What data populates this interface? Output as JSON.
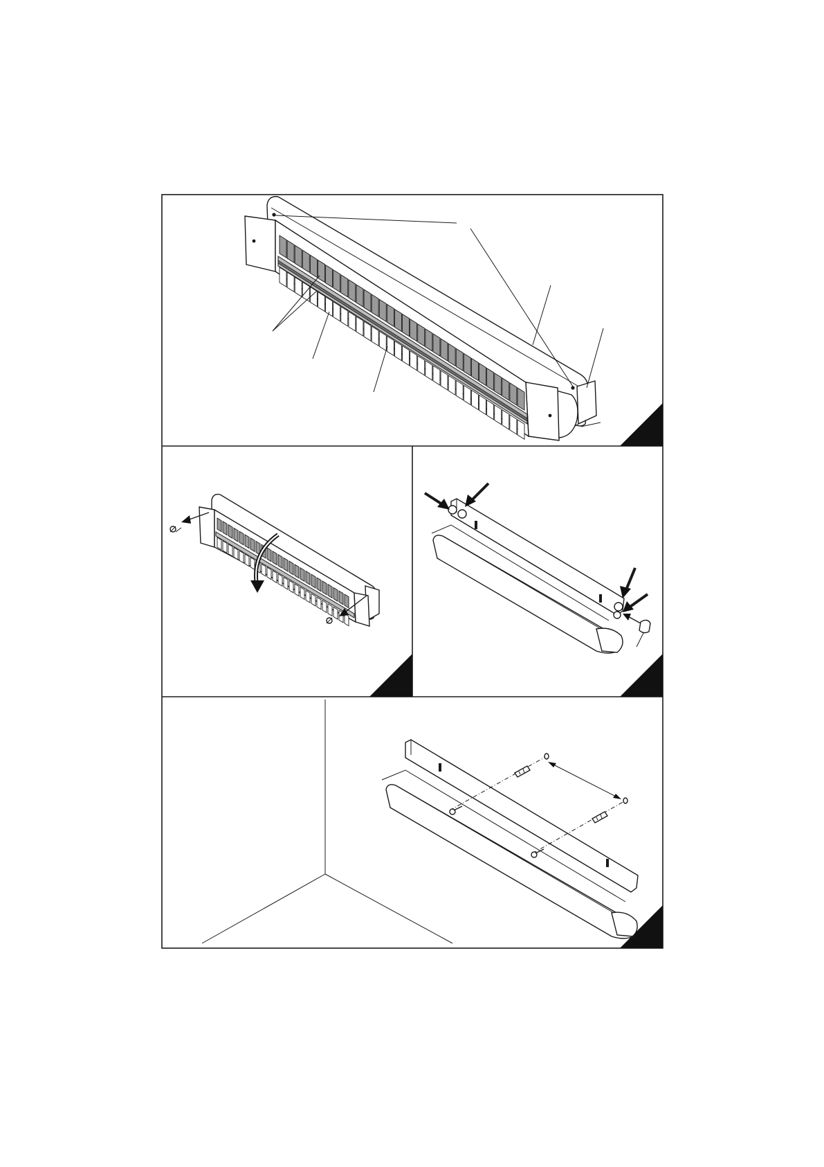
{
  "colors": {
    "line": "#1a1a1a",
    "paper": "#ffffff",
    "shade": "#bdbdbd",
    "corner_tab": "#111111"
  },
  "panels": [
    {
      "id": "overview",
      "illustration": "heater-overview"
    },
    {
      "id": "remove-grille",
      "illustration": "grille-removal"
    },
    {
      "id": "mounting-points",
      "illustration": "bracket-mounting-points"
    },
    {
      "id": "wall-fixing",
      "illustration": "wall-mounting"
    }
  ]
}
